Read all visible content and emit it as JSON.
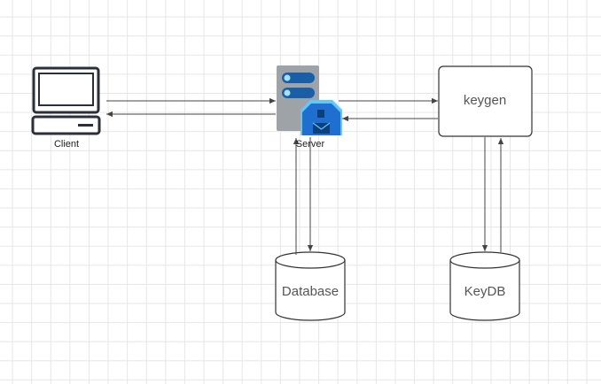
{
  "diagram": {
    "nodes": {
      "client": {
        "label": "Client",
        "icon": "desktop-computer-icon"
      },
      "server": {
        "label": "Server",
        "icon": "server-rack-icon",
        "badge_icon": "barn-house-icon"
      },
      "keygen": {
        "label": "keygen",
        "shape": "rounded-rectangle"
      },
      "database": {
        "label": "Database",
        "shape": "cylinder"
      },
      "keydb": {
        "label": "KeyDB",
        "shape": "cylinder"
      }
    },
    "edges": [
      {
        "from": "client",
        "to": "server"
      },
      {
        "from": "server",
        "to": "client"
      },
      {
        "from": "server",
        "to": "keygen"
      },
      {
        "from": "keygen",
        "to": "server"
      },
      {
        "from": "server",
        "to": "database"
      },
      {
        "from": "database",
        "to": "server"
      },
      {
        "from": "keygen",
        "to": "keydb"
      },
      {
        "from": "keydb",
        "to": "keygen"
      }
    ],
    "colors": {
      "grid": "#e6e6e6",
      "stroke": "#333333",
      "edge": "#444444",
      "server_body": "#9ea3a8",
      "server_slot": "#1a5ea8",
      "server_led": "#9fe3ff",
      "badge_blue": "#1f6fd1",
      "badge_light": "#5fc8ff"
    }
  }
}
